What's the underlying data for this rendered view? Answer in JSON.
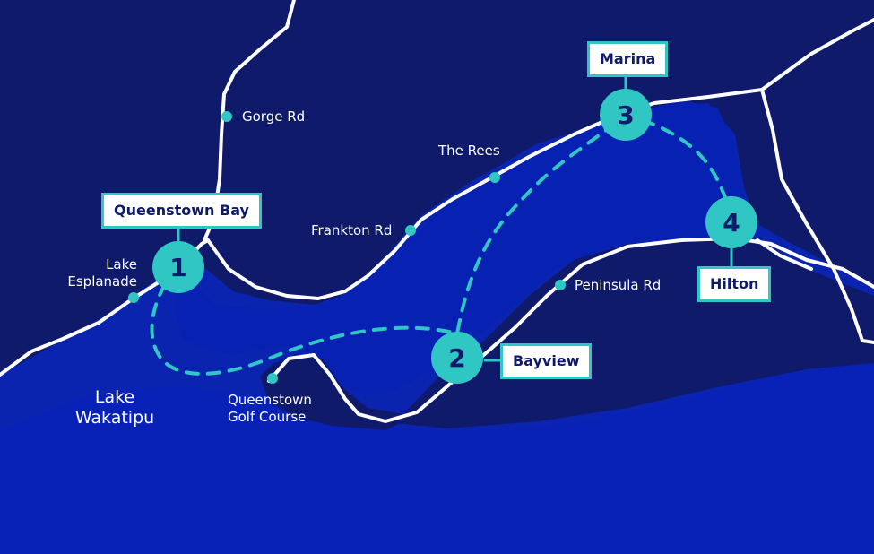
{
  "colors": {
    "land": "#0f1a6b",
    "shallow_water": "#0b2aa6",
    "deep_water": "#0722b3",
    "lake_water": "#0a24b0",
    "road": "#ffffff",
    "accent": "#2fc6c4",
    "tag_text": "#0f1a6b"
  },
  "places": {
    "gorge_rd": "Gorge Rd",
    "the_rees": "The Rees",
    "frankton_rd": "Frankton Rd",
    "lake_esplanade": "Lake\nEsplanade",
    "peninsula_rd": "Peninsula Rd",
    "golf_course": "Queenstown\nGolf Course",
    "lake": "Lake\nWakatipu"
  },
  "stops": [
    {
      "number": "1",
      "name": "Queenstown Bay"
    },
    {
      "number": "2",
      "name": "Bayview"
    },
    {
      "number": "3",
      "name": "Marina"
    },
    {
      "number": "4",
      "name": "Hilton"
    }
  ]
}
